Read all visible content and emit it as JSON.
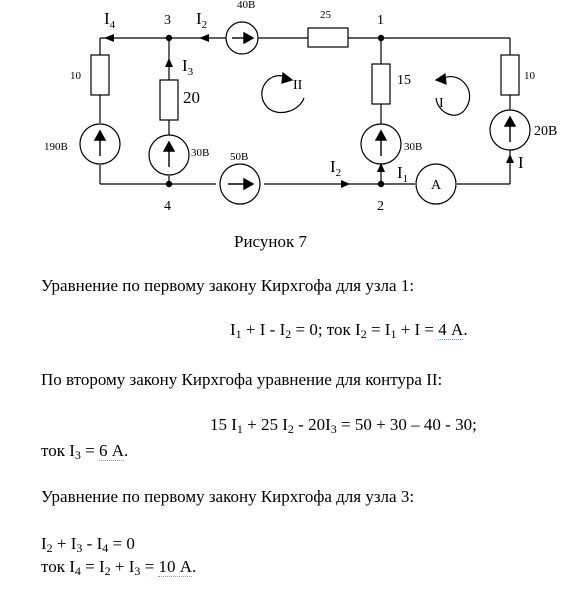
{
  "figure": {
    "caption": "Рисунок  7",
    "currents": {
      "I4": "I",
      "I4_sub": "4",
      "I2_top": "I",
      "I2_top_sub": "2",
      "I3": "I",
      "I3_sub": "3",
      "I2_bottom": "I",
      "I2_bottom_sub": "2",
      "I1": "I",
      "I1_sub": "1",
      "I": "I"
    },
    "nodes": {
      "n1": "1",
      "n2": "2",
      "n3": "3",
      "n4": "4"
    },
    "components": {
      "r_left": "10",
      "r_mid": "20",
      "r_top": "25",
      "r_right_inner": "15",
      "r_right_outer": "10",
      "e_left": "190В",
      "e_mid": "30В",
      "e_top": "40В",
      "e_bottom": "50В",
      "e_right_inner": "30В",
      "e_right_outer": "20В",
      "ammeter": "A"
    },
    "loops": {
      "loop_right": "I",
      "loop_left": "II"
    }
  },
  "text": {
    "s1": "Уравнение по первому закону Кирхгофа для узла 1:",
    "eq1": {
      "a": "I",
      "a_sub": "1",
      "b": " + I - I",
      "b_sub": "2",
      "c": " = 0; ток  I",
      "c_sub": "2",
      "d": " = I",
      "d_sub": "1",
      "e": " + I = ",
      "f": "4 А",
      "g": "."
    },
    "s2": "По второму закону Кирхгофа уравнение для контура II:",
    "eq2": {
      "a": "15 I",
      "a_sub": "1",
      "b": " + 25 I",
      "b_sub": "2",
      "c": " - 20I",
      "c_sub": "3",
      "d": " = 50 + 30 – 40 - 30;"
    },
    "res2": {
      "a": "ток I",
      "a_sub": "3",
      "b": " = ",
      "c": "6 А",
      "d": "."
    },
    "s3": "Уравнение по первому закону Кирхгофа для узла 3:",
    "eq3a": {
      "a": "I",
      "a_sub": "2",
      "b": " + I",
      "b_sub": "3",
      "c": " - I",
      "c_sub": "4",
      "d": " = 0"
    },
    "eq3b": {
      "a": "ток I",
      "a_sub": "4",
      "b": " = I",
      "b_sub": "2",
      "c": " + I",
      "c_sub": "3",
      "d": " = ",
      "e": "10 А",
      "f": "."
    }
  }
}
